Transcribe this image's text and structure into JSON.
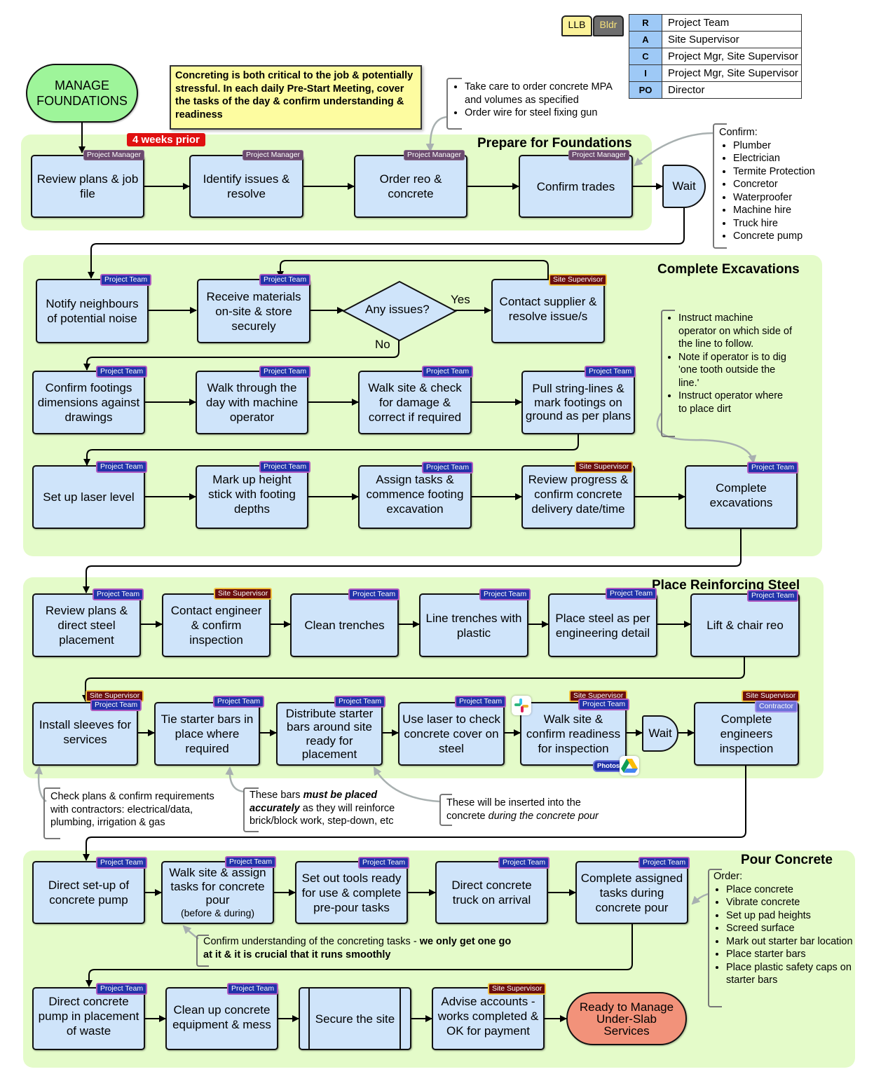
{
  "legend": {
    "tabs": [
      {
        "label": "LLB",
        "color": "#fbf29a"
      },
      {
        "label": "Bldr",
        "color": "#6e6e6e"
      }
    ],
    "raci": [
      {
        "key": "R",
        "value": "Project Team"
      },
      {
        "key": "A",
        "value": "Site Supervisor"
      },
      {
        "key": "C",
        "value": "Project Mgr, Site Supervisor"
      },
      {
        "key": "I",
        "value": "Project Mgr, Site Supervisor"
      },
      {
        "key": "PO",
        "value": "Director"
      }
    ]
  },
  "start": {
    "label": "MANAGE FOUNDATIONS",
    "color": "#9ef59a"
  },
  "end": {
    "label": "Ready to Manage Under-Slab Services",
    "color": "#f2927a"
  },
  "callout": "Concreting is both critical to the job & potentially stressful. In each daily Pre-Start Meeting, cover the tasks of the day & confirm understanding & readiness",
  "roles": {
    "pm": "Project Manager",
    "pt": "Project Team",
    "ss": "Site Supervisor",
    "ct": "Contractor",
    "photos": "Photos"
  },
  "lanes": {
    "prepare": {
      "title": "Prepare for Foundations",
      "flag": "4 weeks prior",
      "steps": [
        {
          "label": "Review plans & job file",
          "role": "Project Manager"
        },
        {
          "label": "Identify issues & resolve",
          "role": "Project Manager"
        },
        {
          "label": "Order reo & concrete",
          "role": "Project Manager"
        },
        {
          "label": "Confirm trades",
          "role": "Project Manager"
        }
      ],
      "wait": "Wait",
      "note_order": [
        "Take care to order concrete MPA  and volumes as specified",
        "Order wire for steel fixing gun"
      ],
      "note_trades_title": "Confirm:",
      "note_trades": [
        "Plumber",
        "Electrician",
        "Termite Protection",
        "Concretor",
        "Waterproofer",
        "Machine hire",
        "Truck hire",
        "Concrete pump"
      ]
    },
    "excavations": {
      "title": "Complete Excavations",
      "steps": [
        {
          "label": "Notify neighbours of potential noise",
          "role": "Project Team"
        },
        {
          "label": "Receive materials on-site & store securely",
          "role": "Project Team"
        },
        {
          "label": "Contact supplier & resolve issue/s",
          "role": "Site Supervisor"
        },
        {
          "label": "Confirm footings dimensions against drawings",
          "role": "Project Team"
        },
        {
          "label": "Walk through the day with machine operator",
          "role": "Project Team"
        },
        {
          "label": "Walk site & check for damage & correct if required",
          "role": "Project Team"
        },
        {
          "label": "Pull string-lines & mark footings on ground as per plans",
          "role": "Project Team"
        },
        {
          "label": "Set up laser level",
          "role": "Project Team"
        },
        {
          "label": "Mark up height stick with footing depths",
          "role": "Project Team"
        },
        {
          "label": "Assign tasks & commence footing excavation",
          "role": "Project Team"
        },
        {
          "label": "Review progress & confirm concrete delivery date/time",
          "role": "Site Supervisor"
        },
        {
          "label": "Complete excavations",
          "role": "Project Team"
        }
      ],
      "decision": {
        "label": "Any issues?",
        "yes": "Yes",
        "no": "No"
      },
      "note_operator": [
        "Instruct machine operator on which side of the line to follow.",
        "Note if operator is to dig 'one tooth outside the line.'",
        "Instruct operator where to place dirt"
      ]
    },
    "steel": {
      "title": "Place Reinforcing Steel",
      "steps": [
        {
          "label": "Review plans & direct steel placement",
          "role": "Project Team"
        },
        {
          "label": "Contact engineer & confirm inspection",
          "role": "Site Supervisor"
        },
        {
          "label": "Clean trenches",
          "role": "Project Team"
        },
        {
          "label": "Line trenches with plastic",
          "role": "Project Team"
        },
        {
          "label": "Place steel as per engineering detail",
          "role": "Project Team"
        },
        {
          "label": "Lift & chair reo",
          "role": "Project Team"
        },
        {
          "label": "Install sleeves for services",
          "roles": [
            "Site Supervisor",
            "Project Team"
          ]
        },
        {
          "label": "Tie starter bars in place where required",
          "role": "Project Team"
        },
        {
          "label": "Distribute starter bars around site ready for placement",
          "role": "Project Team"
        },
        {
          "label": "Use laser to check concrete cover on steel",
          "role": "Project Team"
        },
        {
          "label": "Walk site & confirm readiness for inspection",
          "roles": [
            "Site Supervisor",
            "Project Team"
          ]
        },
        {
          "label": "Complete engineers inspection",
          "roles": [
            "Site Supervisor",
            "Contractor"
          ]
        }
      ],
      "wait": "Wait",
      "note_sleeves": "Check plans & confirm requirements with contractors: electrical/data, plumbing, irrigation & gas",
      "note_bars_pre": "These bars ",
      "note_bars_em": "must be placed accurately",
      "note_bars_post": " as they will reinforce brick/block work, step-down, etc",
      "note_insert_pre": "These will be inserted into the concrete ",
      "note_insert_em": "during the concrete pour"
    },
    "pour": {
      "title": "Pour Concrete",
      "steps": [
        {
          "label": "Direct set-up of concrete pump",
          "role": "Project Team"
        },
        {
          "label": "Walk site & assign tasks for concrete pour",
          "sub": "(before & during)",
          "role": "Project Team"
        },
        {
          "label": "Set out tools ready for use & complete pre-pour tasks",
          "role": "Project Team"
        },
        {
          "label": "Direct concrete truck on arrival",
          "role": "Project Team"
        },
        {
          "label": "Complete assigned tasks during concrete pour",
          "role": "Project Team"
        },
        {
          "label": "Direct concrete pump in placement of waste",
          "role": "Project Team"
        },
        {
          "label": "Clean up concrete equipment & mess",
          "role": "Project Team"
        },
        {
          "label": "Secure the site"
        },
        {
          "label": "Advise accounts - works completed & OK for payment",
          "role": "Site Supervisor"
        }
      ],
      "note_confirm_pre": "Confirm understanding of the concreting tasks - ",
      "note_confirm_bold": "we only get one go at it & it is crucial that it runs smoothly",
      "note_order_title": "Order:",
      "note_order": [
        "Place concrete",
        "Vibrate concrete",
        "Set up pad heights",
        "Screed surface",
        "Mark out starter bar location",
        "Place starter bars",
        "Place plastic safety caps on starter bars"
      ]
    }
  }
}
